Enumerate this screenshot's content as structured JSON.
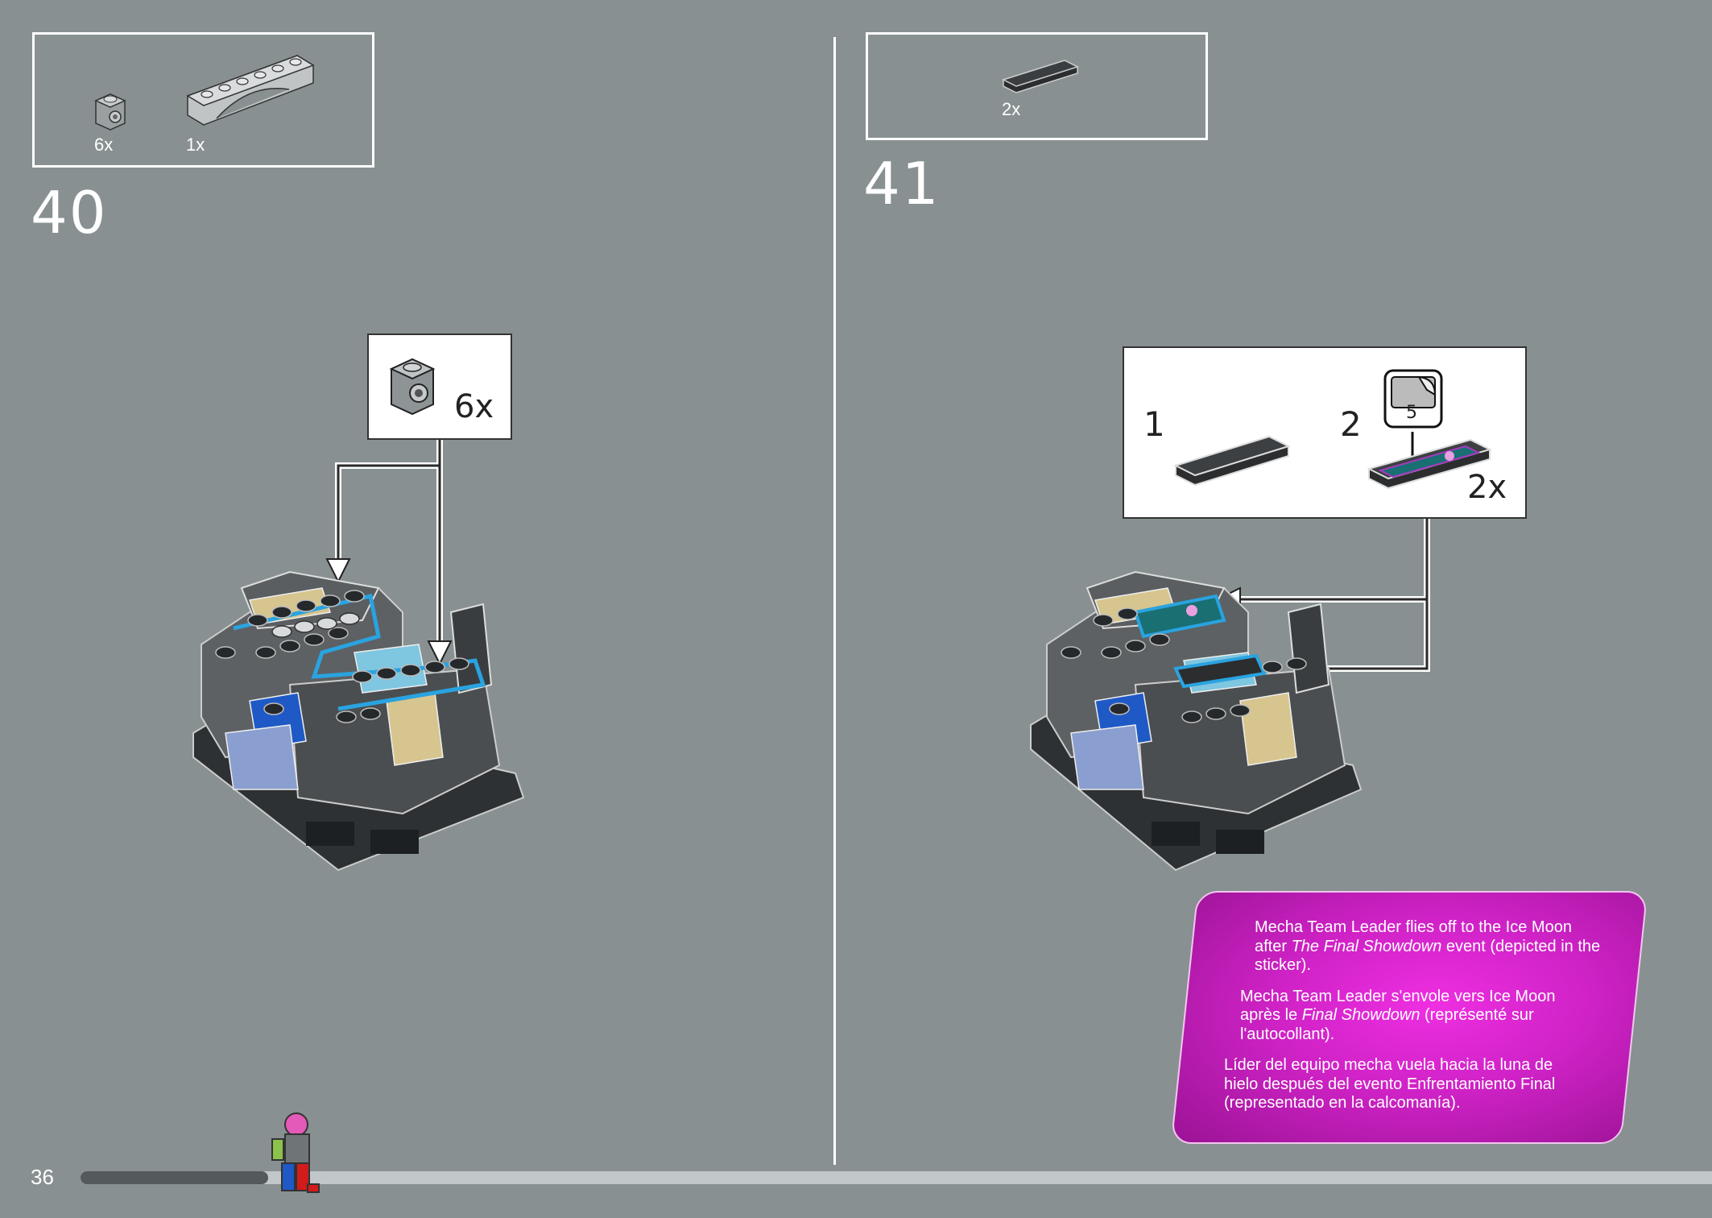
{
  "page": {
    "number": "36"
  },
  "steps": [
    {
      "number": "40",
      "parts": [
        {
          "qty": "6x",
          "part_icon": "gray-bracket-1x1-icon"
        },
        {
          "qty": "1x",
          "part_icon": "gray-arch-1x6-icon"
        }
      ],
      "callout": {
        "qty": "6x"
      }
    },
    {
      "number": "41",
      "parts": [
        {
          "qty": "2x",
          "part_icon": "black-tile-1x4-icon"
        }
      ],
      "callout": {
        "sub1": "1",
        "sub2": "2",
        "sticker_number": "5",
        "qty": "2x"
      }
    }
  ],
  "info": {
    "en": {
      "pre": "Mecha Team Leader flies off to the Ice Moon after ",
      "em": "The Final Showdown",
      "post": " event (depicted in the sticker)."
    },
    "fr": {
      "pre": "Mecha Team Leader s'envole vers Ice Moon après le ",
      "em": "Final Showdown",
      "post": " (représenté sur l'autocollant)."
    },
    "es": {
      "text": "Líder del equipo mecha vuela hacia la luna de hielo después del evento Enfrentamiento Final (representado en la calcomanía)."
    }
  },
  "progress": {
    "fraction": 0.115
  },
  "colors": {
    "background": "#889092",
    "info_panel": "#cf22c6",
    "highlight": "#2aa3e0",
    "tan": "#d7c58f",
    "dark_gray": "#5b5e60",
    "blue": "#1e59c6"
  }
}
